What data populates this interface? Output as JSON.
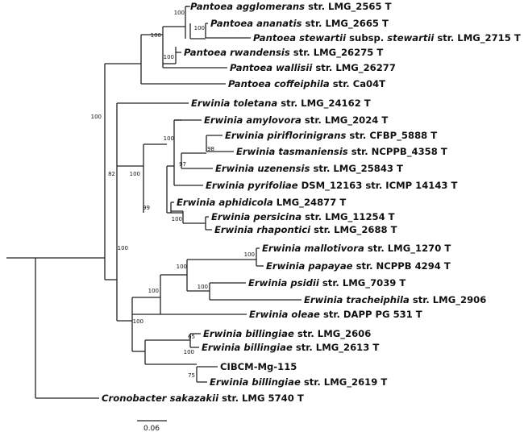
{
  "tips": [
    {
      "species": "Pantoea agglomerans",
      "rest": " str. LMG_2565 T"
    },
    {
      "species": "Pantoea ananatis",
      "rest": " str. LMG_2665 T"
    },
    {
      "species": "Pantoea stewartii",
      "rest": " subsp.  ",
      "species2": "stewartii",
      "rest2": " str. LMG_2715 T"
    },
    {
      "species": "Pantoea rwandensis",
      "rest": " str. LMG_26275 T"
    },
    {
      "species": "Pantoea wallisii",
      "rest": " str. LMG_26277"
    },
    {
      "species": "Pantoea coffeiphila",
      "rest": " str. Ca04T"
    },
    {
      "species": "Erwinia toletana",
      "rest": " str. LMG_24162 T"
    },
    {
      "species": "Erwinia amylovora",
      "rest": " str. LMG_2024 T"
    },
    {
      "species": "Erwinia piriflorinigrans",
      "rest": " str. CFBP_5888  T"
    },
    {
      "species": "Erwinia tasmaniensis",
      "rest": " str. NCPPB_4358 T"
    },
    {
      "species": "Erwinia uzenensis",
      "rest": " str. LMG_25843 T"
    },
    {
      "species": "Erwinia pyrifoliae",
      "rest": " DSM_12163 str. ICMP 14143 T"
    },
    {
      "species": "Erwinia aphidicola",
      "rest": " LMG_24877 T"
    },
    {
      "species": "Erwinia persicina",
      "rest": " str. LMG_11254 T"
    },
    {
      "species": "Erwinia rhapontici",
      "rest": " str. LMG_2688 T"
    },
    {
      "species": "Erwinia mallotivora",
      "rest": " str. LMG_1270 T"
    },
    {
      "species": "Erwinia papayae",
      "rest": " str. NCPPB 4294 T"
    },
    {
      "species": "Erwinia psidii",
      "rest": " str. LMG_7039 T"
    },
    {
      "species": "Erwinia tracheiphila",
      "rest": " str. LMG_2906"
    },
    {
      "species": "Erwinia oleae",
      "rest": " str. DAPP PG 531 T"
    },
    {
      "species": "Erwinia billingiae",
      "rest": " str. LMG_2606"
    },
    {
      "species": "Erwinia billingiae",
      "rest": " str. LMG_2613 T"
    },
    {
      "species": "",
      "rest": "CIBCM-Mg-115"
    },
    {
      "species": "Erwinia billingiae",
      "rest": " str. LMG_2619 T"
    },
    {
      "species": "Cronobacter sakazakii",
      "rest": " str. LMG 5740 T"
    }
  ],
  "bootstrap": [
    "100",
    "100",
    "100",
    "100",
    "100",
    "82",
    "100",
    "100",
    "98",
    "97",
    "99",
    "100",
    "100",
    "100",
    "100",
    "100",
    "100",
    "100",
    "65",
    "75"
  ],
  "scale_bar": {
    "label": "0.06"
  }
}
